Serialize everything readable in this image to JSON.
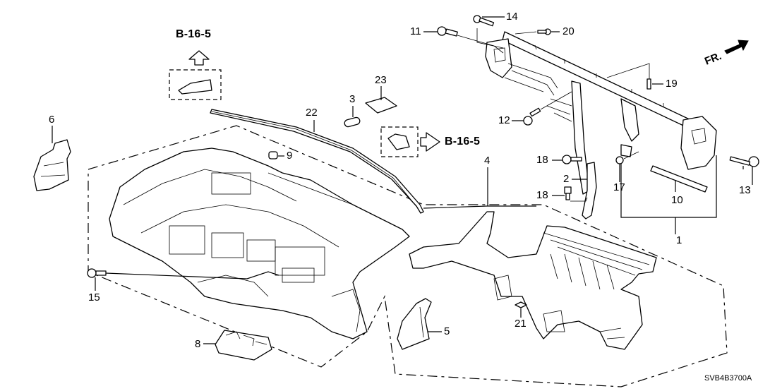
{
  "diagram": {
    "title": "Instrument panel exploded parts diagram",
    "code": "SVB4B3700A",
    "front_indicator": "FR.",
    "references": [
      {
        "id": "ref-top-left",
        "label": "B-16-5"
      },
      {
        "id": "ref-center",
        "label": "B-16-5"
      }
    ],
    "callouts": [
      {
        "number": "1",
        "part": "instrument-panel-frame-assembly"
      },
      {
        "number": "2",
        "part": "bracket"
      },
      {
        "number": "3",
        "part": "cylinder-plug"
      },
      {
        "number": "4",
        "part": "duct-assembly"
      },
      {
        "number": "5",
        "part": "side-cover"
      },
      {
        "number": "6",
        "part": "side-bracket"
      },
      {
        "number": "8",
        "part": "clip-holder"
      },
      {
        "number": "9",
        "part": "cap"
      },
      {
        "number": "10",
        "part": "rail"
      },
      {
        "number": "11",
        "part": "flange-bolt"
      },
      {
        "number": "12",
        "part": "flange-bolt"
      },
      {
        "number": "13",
        "part": "flange-bolt"
      },
      {
        "number": "14",
        "part": "flange-bolt"
      },
      {
        "number": "15",
        "part": "screw"
      },
      {
        "number": "17",
        "part": "nut"
      },
      {
        "number": "18",
        "part": "bolt"
      },
      {
        "number": "18",
        "part": "bolt"
      },
      {
        "number": "19",
        "part": "screw"
      },
      {
        "number": "20",
        "part": "screw"
      },
      {
        "number": "21",
        "part": "clip"
      },
      {
        "number": "22",
        "part": "garnish-strip"
      },
      {
        "number": "23",
        "part": "pad"
      }
    ]
  }
}
